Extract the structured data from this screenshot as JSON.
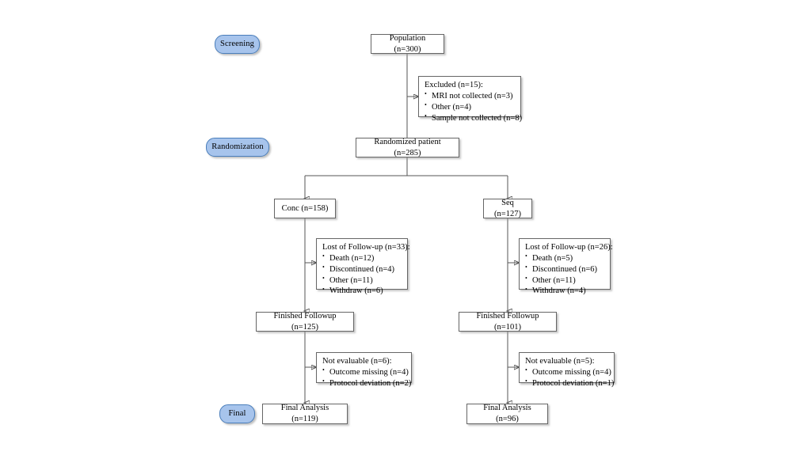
{
  "diagram": {
    "title": "CONSORT Participant Flow Diagram",
    "background_color": "#ffffff",
    "connector_color": "#555555",
    "node_border_color": "#666666",
    "pill_fill_color": "#a7c4ec",
    "pill_border_color": "#4a7ebb"
  },
  "stages": [
    {
      "id": "screening",
      "label": "Screening"
    },
    {
      "id": "randomization",
      "label": "Randomization"
    },
    {
      "id": "final",
      "label": "Final"
    }
  ],
  "nodes": {
    "population": {
      "label": "Population (n=300)"
    },
    "excluded": {
      "title": "Excluded (n=15):",
      "items": [
        "MRI not collected (n=3)",
        "Other (n=4)",
        "Sample not collected (n=8)"
      ]
    },
    "randomized": {
      "label": "Randomized patient (n=285)"
    },
    "arm_conc": {
      "label": "Conc (n=158)"
    },
    "arm_seq": {
      "label": "Seq (n=127)"
    },
    "lost_conc": {
      "title": "Lost of Follow-up (n=33):",
      "items": [
        "Death (n=12)",
        "Discontinued (n=4)",
        "Other (n=11)",
        "Withdraw (n=6)"
      ]
    },
    "lost_seq": {
      "title": "Lost of Follow-up (n=26):",
      "items": [
        "Death (n=5)",
        "Discontinued (n=6)",
        "Other (n=11)",
        "Withdraw (n=4)"
      ]
    },
    "finished_conc": {
      "label": "Finished Followup (n=125)"
    },
    "finished_seq": {
      "label": "Finished Followup (n=101)"
    },
    "notevaluable_conc": {
      "title": "Not evaluable (n=6):",
      "items": [
        "Outcome missing (n=4)",
        "Protocol deviation (n=2)"
      ]
    },
    "notevaluable_seq": {
      "title": "Not evaluable (n=5):",
      "items": [
        "Outcome missing (n=4)",
        "Protocol deviation (n=1)"
      ]
    },
    "final_conc": {
      "label": "Final Analysis (n=119)"
    },
    "final_seq": {
      "label": "Final Analysis (n=96)"
    }
  }
}
